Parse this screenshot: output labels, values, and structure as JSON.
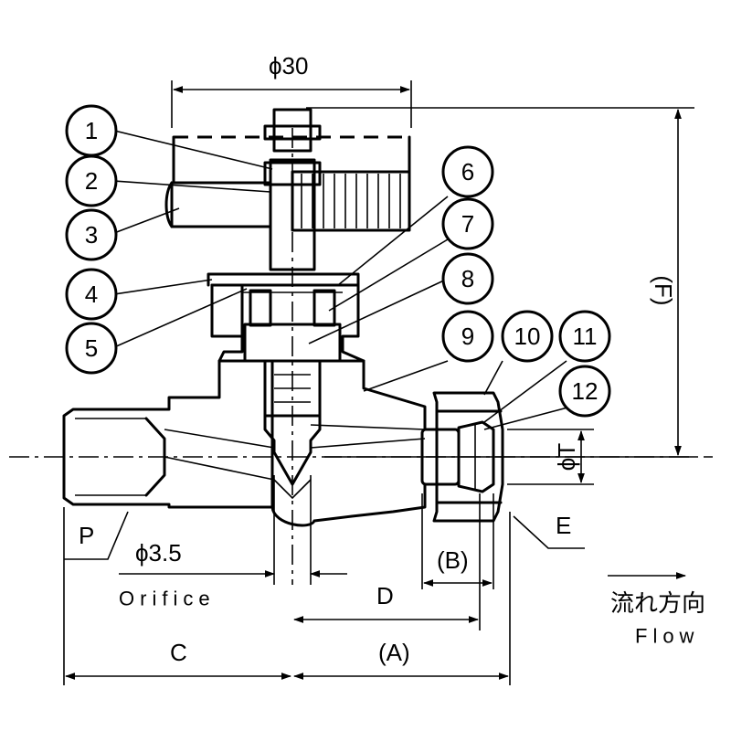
{
  "callouts": [
    {
      "id": "1",
      "label": "1"
    },
    {
      "id": "2",
      "label": "2"
    },
    {
      "id": "3",
      "label": "3"
    },
    {
      "id": "4",
      "label": "4"
    },
    {
      "id": "5",
      "label": "5"
    },
    {
      "id": "6",
      "label": "6"
    },
    {
      "id": "7",
      "label": "7"
    },
    {
      "id": "8",
      "label": "8"
    },
    {
      "id": "9",
      "label": "9"
    },
    {
      "id": "10",
      "label": "10"
    },
    {
      "id": "11",
      "label": "11"
    },
    {
      "id": "12",
      "label": "12"
    }
  ],
  "dimensions": {
    "handle_diameter": "ϕ30",
    "height": "(F)",
    "tube_od": "ϕT",
    "orifice_dia": "ϕ3.5",
    "orifice_label": "Orifice",
    "c": "C",
    "d": "D",
    "a": "(A)",
    "b": "(B)",
    "e": "E",
    "p": "P"
  },
  "flow": {
    "japanese": "流れ方向",
    "english": "Flow"
  }
}
